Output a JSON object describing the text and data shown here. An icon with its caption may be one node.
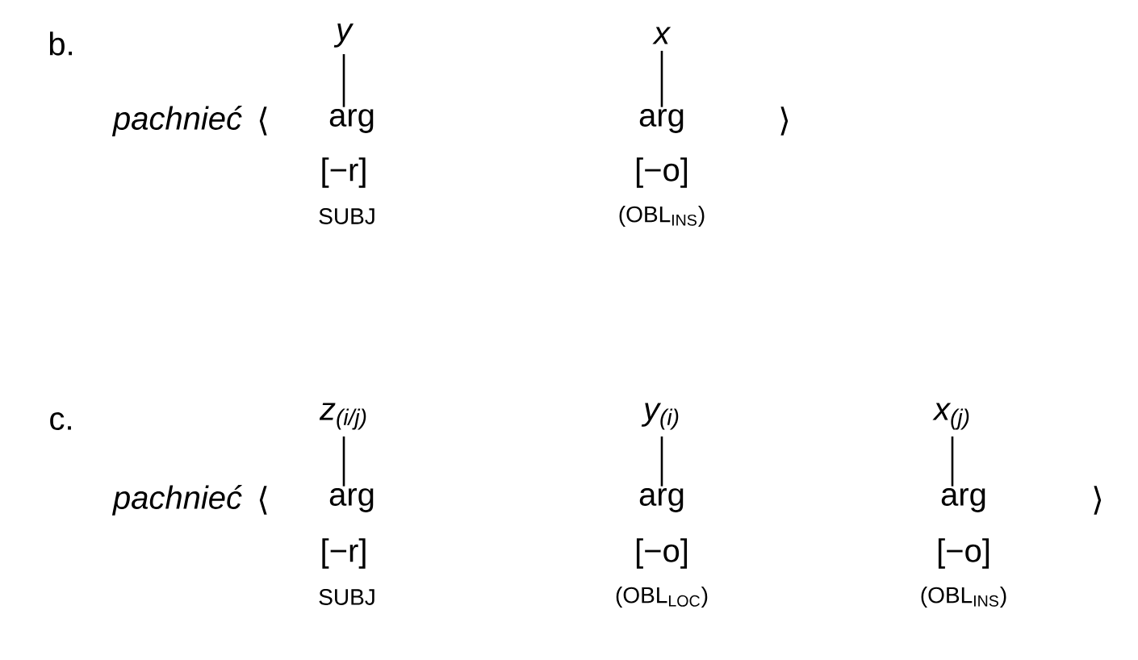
{
  "diagram": {
    "nodes": [
      {
        "text": [
          "y"
        ]
      },
      {
        "text": [
          "x"
        ]
      },
      {
        "text": [
          "arg"
        ]
      },
      {
        "text": [
          "arg"
        ]
      },
      {
        "text": [
          "z$_{(i/j)}$"
        ]
      },
      {
        "text": [
          "y$_{(i)}$"
        ]
      },
      {
        "text": [
          "x$_{(j)}$"
        ]
      },
      {
        "text": [
          "arg"
        ]
      },
      {
        "text": [
          "arg"
        ]
      },
      {
        "text": [
          "arg"
        ]
      }
    ],
    "edges": [
      {
        "from": 0,
        "to": 2,
        "arrow": "none"
      },
      {
        "from": 1,
        "to": 3,
        "arrow": "none"
      },
      {
        "from": 4,
        "to": 7,
        "arrow": "none"
      },
      {
        "from": 5,
        "to": 8,
        "arrow": "none"
      },
      {
        "from": 6,
        "to": 9,
        "arrow": "none"
      }
    ],
    "labels": [
      "b.",
      "pachnieć",
      "⟨",
      "⟩",
      "[−r]",
      "[−o]",
      "SUBJ",
      "(OBL$_{INS}$)",
      "c.",
      "pachnieć",
      "⟨",
      "⟩",
      "[−r]",
      "[−o]",
      "[−o]",
      "SUBJ",
      "(OBL$_{LOC}$)",
      "(OBL$_{INS}$)"
    ]
  }
}
